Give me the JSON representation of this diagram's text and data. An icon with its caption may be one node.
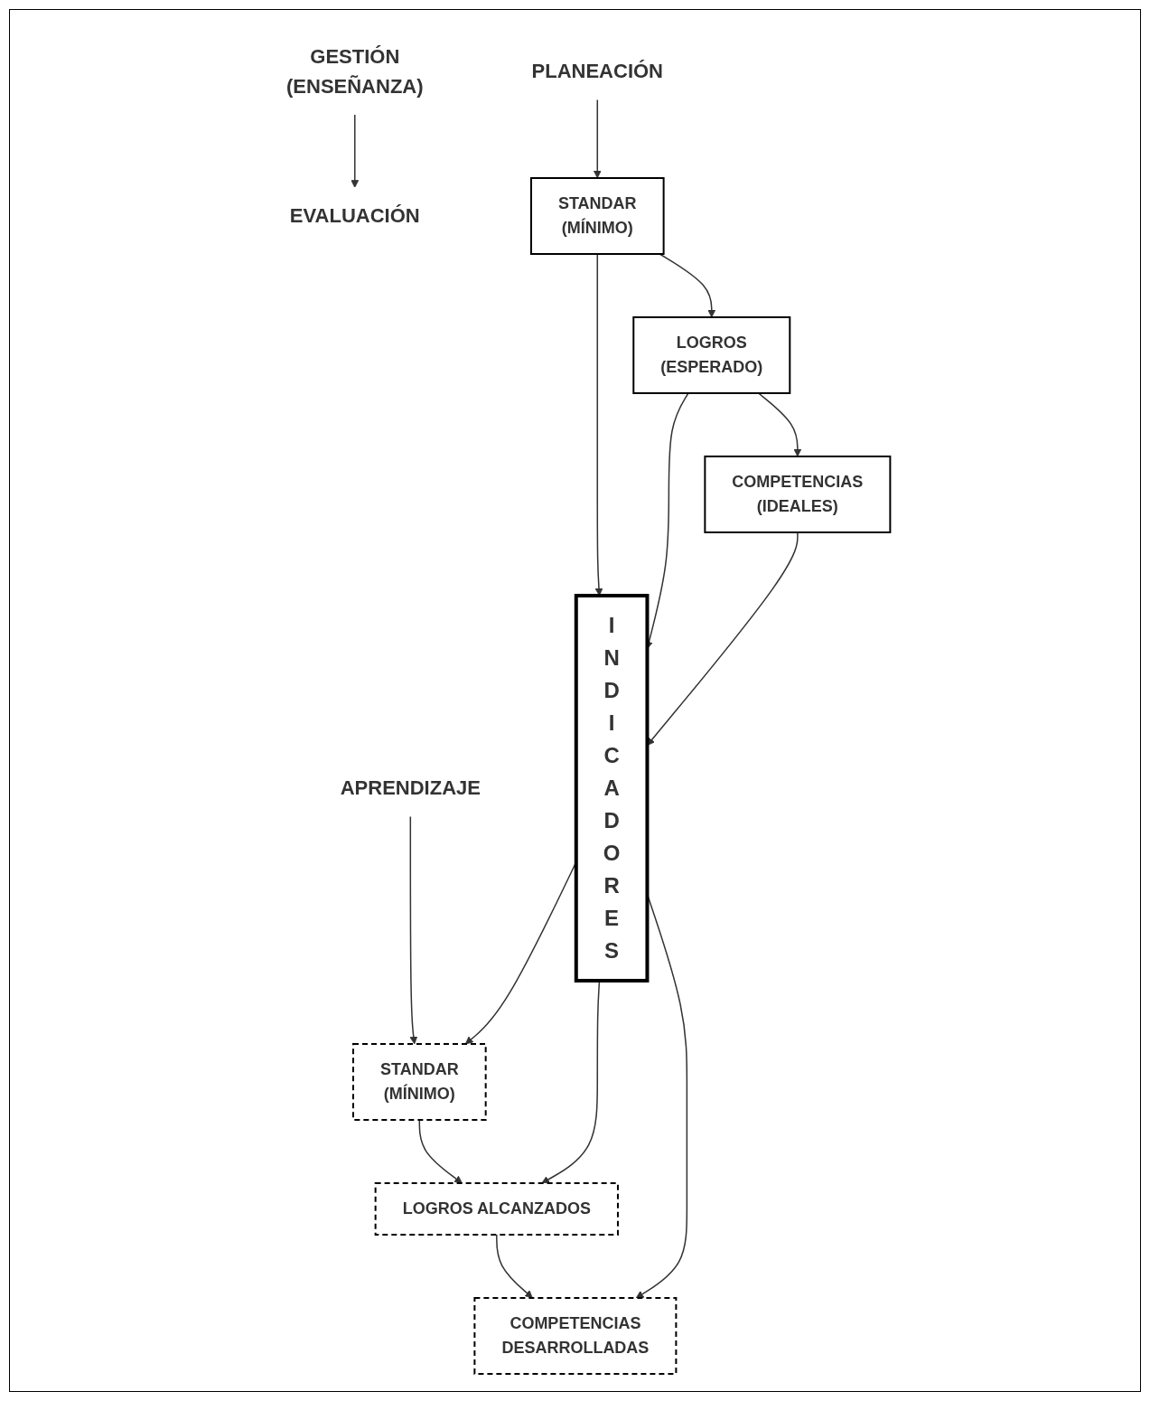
{
  "diagram": {
    "nodes": [
      {
        "text": [
          "PLANEACIÓN"
        ]
      },
      {
        "text": [
          "GESTIÓN",
          "(ENSEÑANZA)"
        ]
      },
      {
        "text": [
          "APRENDIZAJE"
        ]
      },
      {
        "text": [
          "EVALUACIÓN"
        ]
      },
      {
        "text": [
          "STANDAR",
          "(MÍNIMO)"
        ]
      },
      {
        "text": [
          "LOGROS",
          "(ESPERADO)"
        ]
      },
      {
        "text": [
          "COMPETENCIAS",
          "(IDEALES)"
        ]
      },
      {
        "text": [
          "I N D I C A D O R E S"
        ]
      },
      {
        "text": [
          "STANDAR",
          "(MÍNIMO)"
        ]
      },
      {
        "text": [
          "LOGROS ALCANZADOS"
        ]
      },
      {
        "text": [
          "COMPETENCIAS",
          "DESARROLLADAS"
        ]
      }
    ],
    "edges": [
      {
        "from": 0,
        "to": 4,
        "arrow": "to"
      },
      {
        "from": 1,
        "to": 3,
        "arrow": "to"
      },
      {
        "from": 2,
        "to": 8,
        "arrow": "to"
      },
      {
        "from": 4,
        "to": 5,
        "arrow": "to"
      },
      {
        "from": 5,
        "to": 6,
        "arrow": "to"
      },
      {
        "from": 8,
        "to": 9,
        "arrow": "to"
      },
      {
        "from": 9,
        "to": 10,
        "arrow": "to"
      },
      {
        "from": 4,
        "to": 7,
        "arrow": "to"
      },
      {
        "from": 5,
        "to": 7,
        "arrow": "to"
      },
      {
        "from": 6,
        "to": 7,
        "arrow": "to"
      },
      {
        "from": 7,
        "to": 8,
        "arrow": "to"
      },
      {
        "from": 7,
        "to": 9,
        "arrow": "to"
      },
      {
        "from": 7,
        "to": 10,
        "arrow": "to"
      }
    ]
  }
}
